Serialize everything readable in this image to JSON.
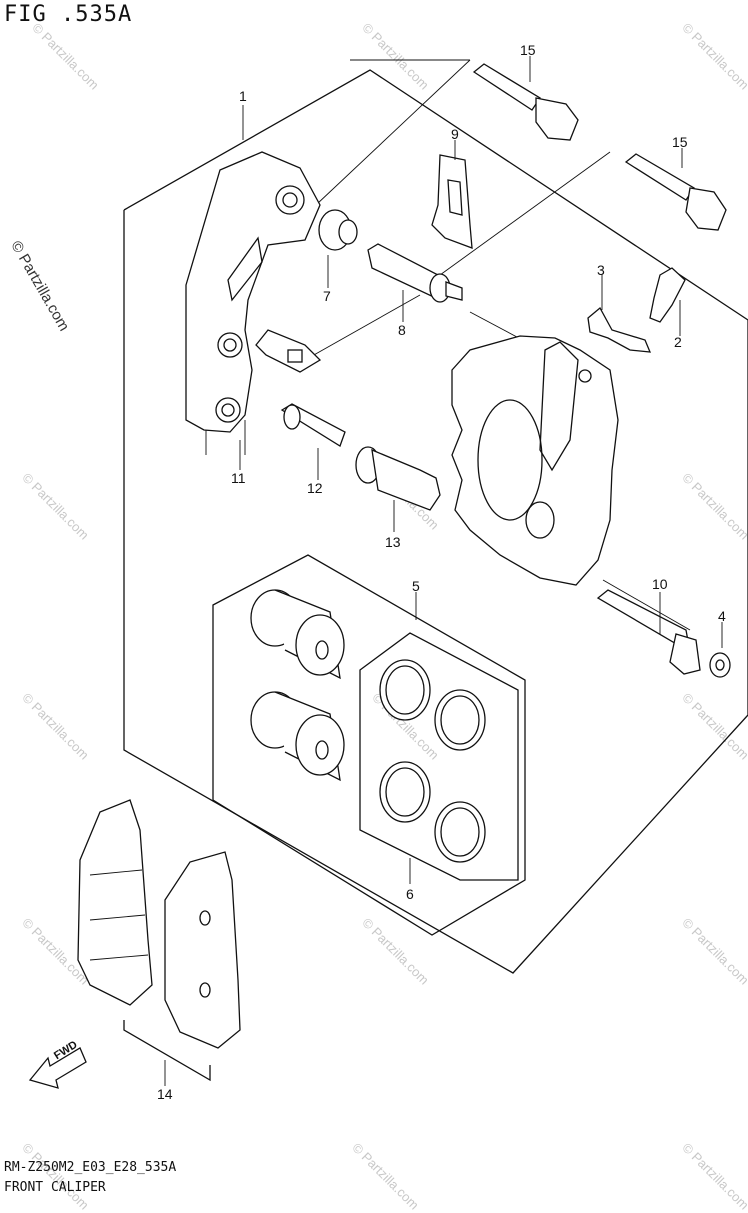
{
  "figure": {
    "title": "FIG .535A",
    "code": "RM-Z250M2_E03_E28_535A",
    "name": "FRONT CALIPER",
    "watermark": "© Partzilla.com",
    "fwd_label": "FWD"
  },
  "callouts": [
    "1",
    "2",
    "3",
    "4",
    "5",
    "6",
    "7",
    "8",
    "9",
    "10",
    "11",
    "12",
    "13",
    "14",
    "15",
    "15"
  ]
}
